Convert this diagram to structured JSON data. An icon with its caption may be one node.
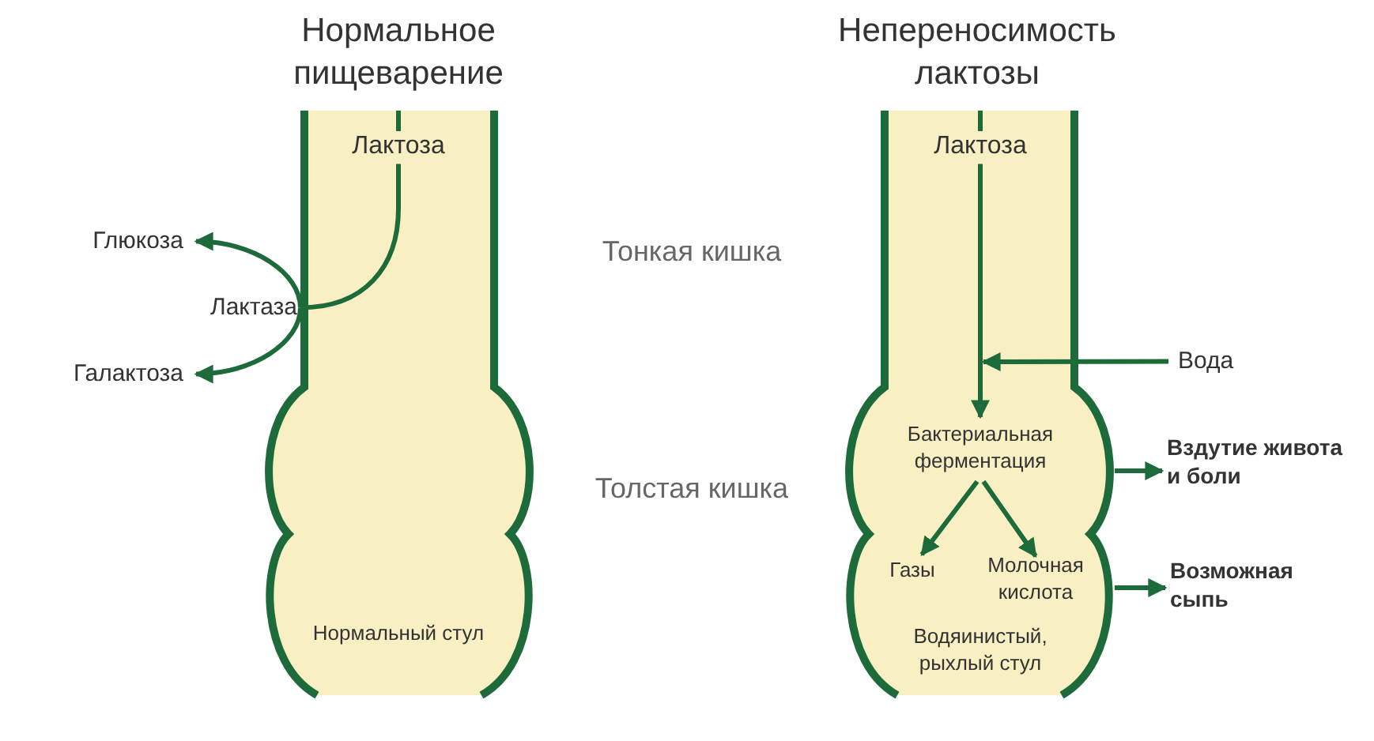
{
  "diagram": {
    "nodes": [
      {
        "text": [],
        "shape": "tube"
      },
      {
        "text": [
          "Лактоза"
        ],
        "in": 0
      },
      {
        "text": [
          "Лактаза"
        ]
      },
      {
        "text": [
          "Глюкоза"
        ]
      },
      {
        "text": [
          "Галактоза"
        ]
      },
      {
        "text": [
          "Нормальный стул"
        ],
        "in": 0
      },
      {
        "text": [],
        "shape": "tube"
      },
      {
        "text": [
          "Лактоза"
        ],
        "in": 6
      },
      {
        "text": [
          "Вода"
        ]
      },
      {
        "text": [
          "Бактериальная ферментация"
        ],
        "in": 6
      },
      {
        "text": [
          "Газы"
        ],
        "in": 6
      },
      {
        "text": [
          "Молочная кислота"
        ],
        "in": 6
      },
      {
        "text": [
          "Водяинистый, рыхлый стул"
        ],
        "in": 6
      },
      {
        "text": [
          "Вздутие живота и боли"
        ]
      },
      {
        "text": [
          "Возможная сыпь"
        ]
      }
    ],
    "edges": [
      {
        "from": null,
        "to": 1,
        "arrow": "none"
      },
      {
        "from": 1,
        "to": 2,
        "arrow": "none"
      },
      {
        "from": 2,
        "to": 3,
        "arrow": "to"
      },
      {
        "from": 2,
        "to": 4,
        "arrow": "to"
      },
      {
        "from": null,
        "to": 7,
        "arrow": "none"
      },
      {
        "from": 7,
        "to": 9,
        "arrow": "to"
      },
      {
        "from": 8,
        "to": 9,
        "arrow": "to"
      },
      {
        "from": 9,
        "to": 10,
        "arrow": "to"
      },
      {
        "from": 9,
        "to": 11,
        "arrow": "to"
      },
      {
        "from": 6,
        "to": 13,
        "arrow": "to"
      },
      {
        "from": 6,
        "to": 14,
        "arrow": "to"
      }
    ],
    "labels": [
      "Нормальное пищеварение",
      "Непереносимость лактозы",
      "Тонкая кишка",
      "Толстая кишка"
    ]
  }
}
